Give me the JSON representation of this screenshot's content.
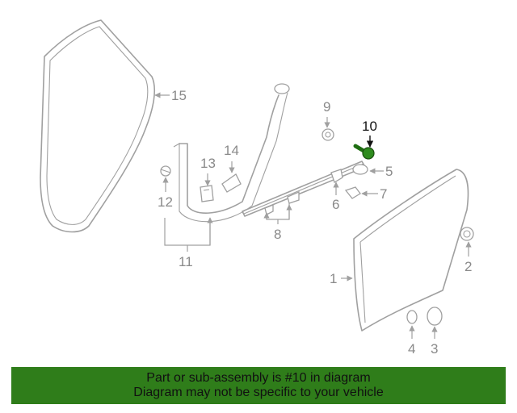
{
  "callouts": {
    "c1": "1",
    "c2": "2",
    "c3": "3",
    "c4": "4",
    "c5": "5",
    "c6": "6",
    "c7": "7",
    "c8": "8",
    "c9": "9",
    "c10": "10",
    "c11": "11",
    "c12": "12",
    "c13": "13",
    "c14": "14",
    "c15": "15"
  },
  "highlighted_part": "10",
  "colors": {
    "part_line": "#a0a0a0",
    "highlight_part": "#2e8b1e",
    "banner_bg": "#2f7d1a",
    "banner_text": "#111111"
  },
  "banner": {
    "line1": "Part or sub-assembly is #10 in diagram",
    "line2": "Diagram may not be specific to your vehicle"
  }
}
